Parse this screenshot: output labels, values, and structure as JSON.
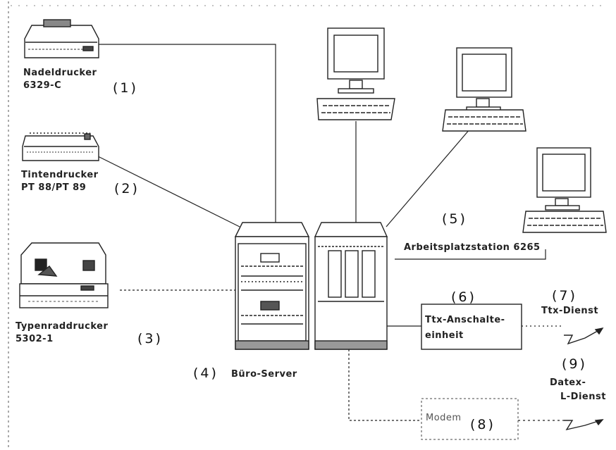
{
  "devices": {
    "needle_printer": {
      "name": "Nadeldrucker",
      "model": "6329-C",
      "number": "(1)"
    },
    "ink_printer": {
      "name": "Tintendrucker",
      "model": "PT 88/PT 89",
      "number": "(2)"
    },
    "daisy_printer": {
      "name": "Typenraddrucker",
      "model": "5302-1",
      "number": "(3)"
    },
    "server": {
      "number": "(4)",
      "name": "Büro-Server"
    },
    "workstation": {
      "number": "(5)",
      "name": "Arbeitsplatzstation 6265"
    },
    "ttx_unit": {
      "number": "(6)",
      "line1": "Ttx-Anschalte-",
      "line2": "einheit"
    },
    "ttx_service": {
      "number": "(7)",
      "name": "Ttx-Dienst"
    },
    "modem": {
      "name": "Modem",
      "number": "(8)"
    },
    "datex_service": {
      "number": "(9)",
      "line1": "Datex-",
      "line2": "L-Dienst"
    }
  }
}
